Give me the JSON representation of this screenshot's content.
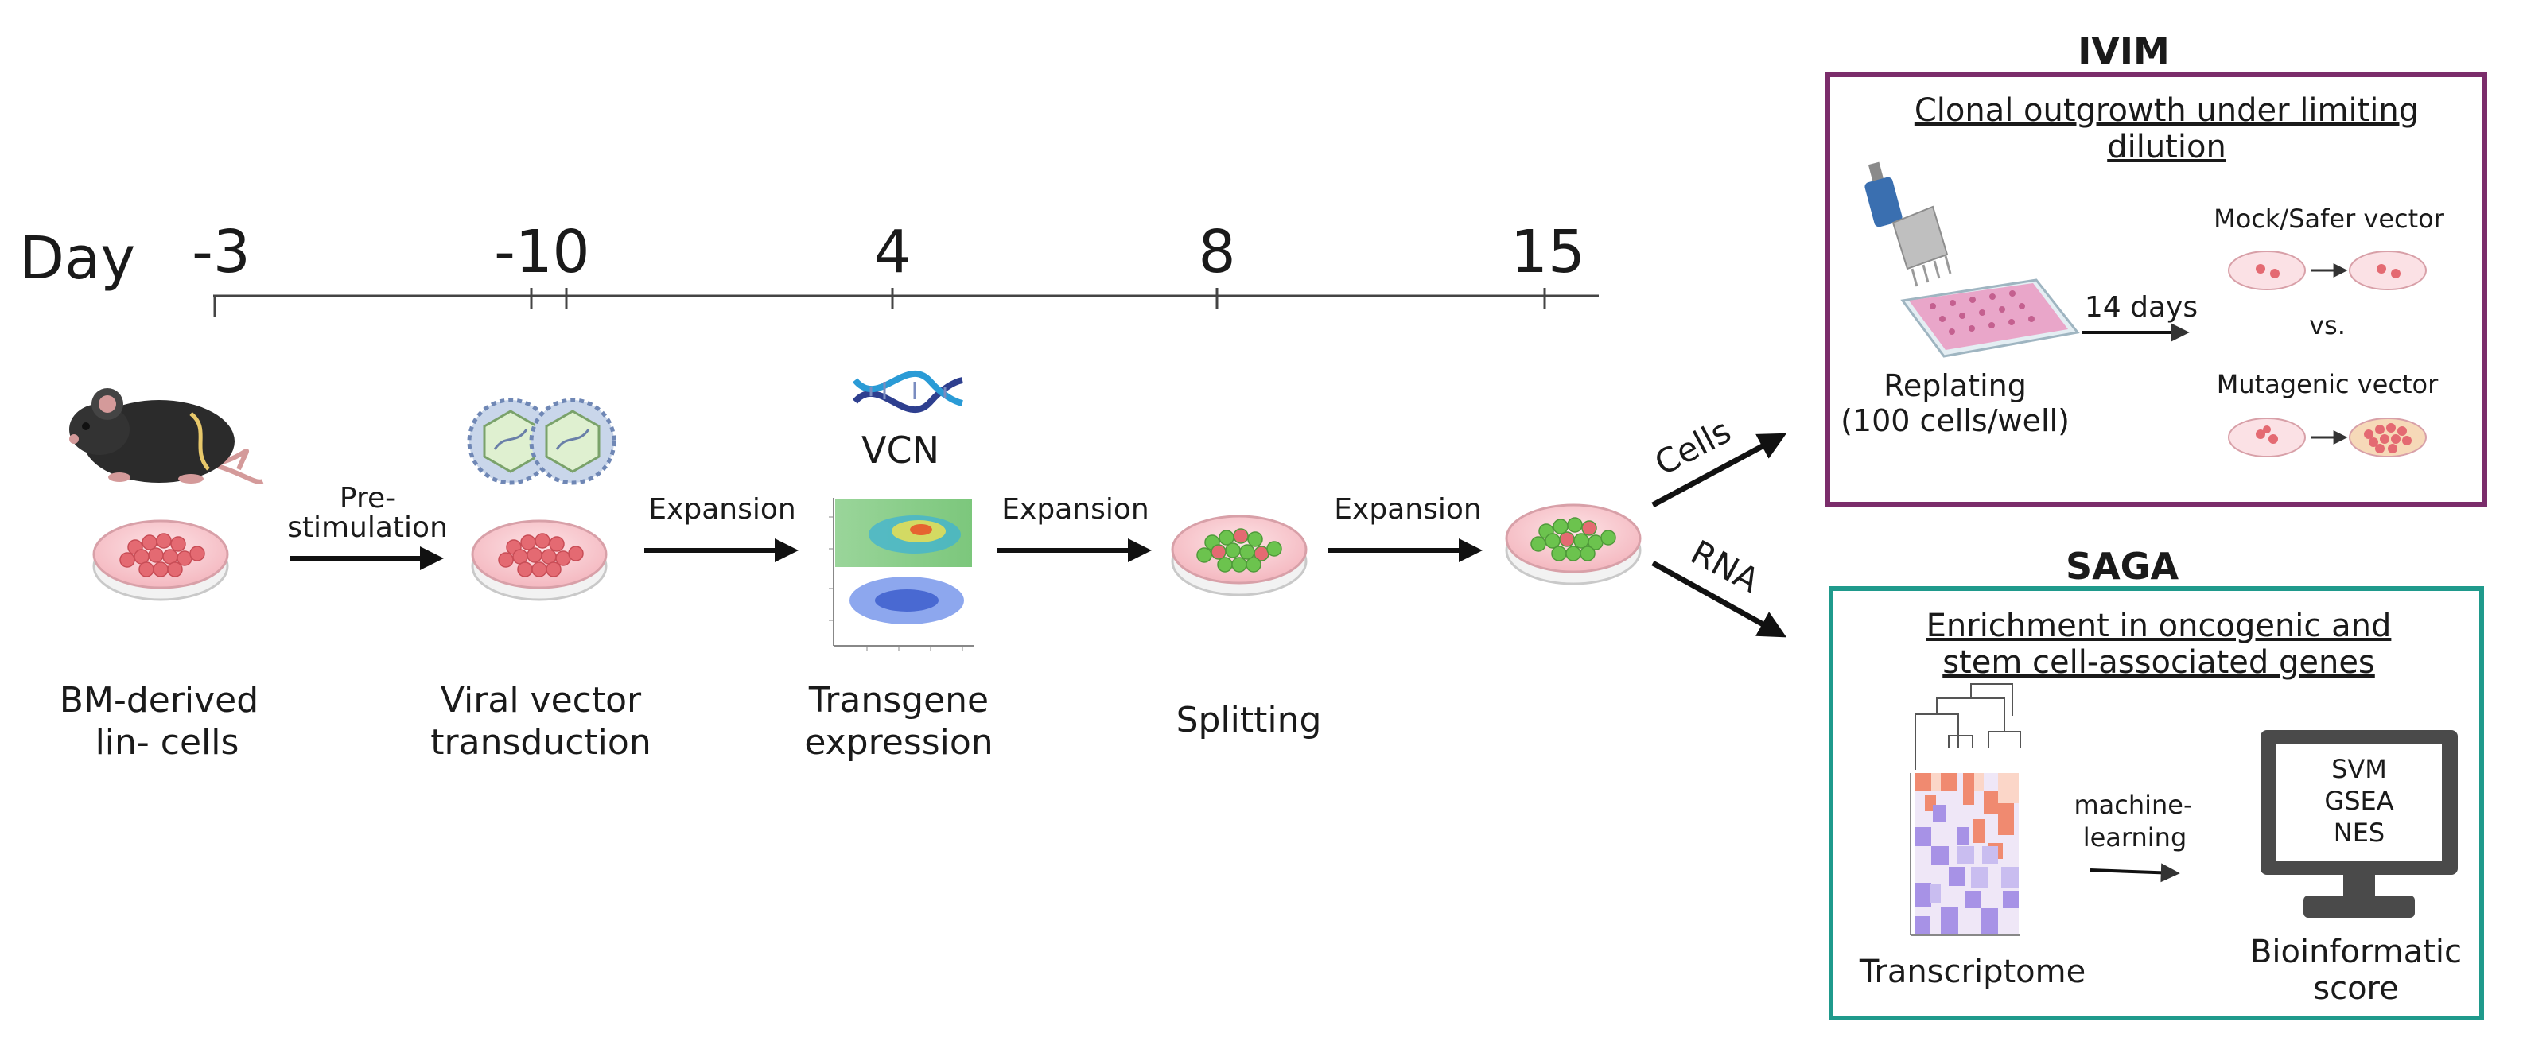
{
  "timeline": {
    "day_label": "Day",
    "ticks": [
      "-3",
      "-1",
      "0",
      "4",
      "8",
      "15"
    ]
  },
  "steps": {
    "bm_cells": [
      "BM-derived",
      "lin- cells"
    ],
    "prestim": [
      "Pre-",
      "stimulation"
    ],
    "transduction": [
      "Viral vector",
      "transduction"
    ],
    "expansion_1": "Expansion",
    "vcn": "VCN",
    "transgene": [
      "Transgene",
      "expression"
    ],
    "expansion_2": "Expansion",
    "splitting": "Splitting",
    "expansion_3": "Expansion",
    "cells": "Cells",
    "rna": "RNA"
  },
  "ivim": {
    "title": "IVIM",
    "subtitle": [
      "Clonal outgrowth under limiting",
      "dilution"
    ],
    "replating": [
      "Replating",
      "(100 cells/well)"
    ],
    "days": "14 days",
    "mock": "Mock/Safer vector",
    "vs": "vs.",
    "mutagenic": "Mutagenic vector",
    "color": "#7b2d6b"
  },
  "saga": {
    "title": "SAGA",
    "subtitle": [
      "Enrichment in oncogenic and",
      "stem cell-associated genes"
    ],
    "ml": [
      "machine-",
      "learning"
    ],
    "transcriptome": "Transcriptome",
    "score": [
      "Bioinformatic",
      "score"
    ],
    "monitor": [
      "SVM",
      "GSEA",
      "NES"
    ],
    "color": "#1f9a8c"
  }
}
